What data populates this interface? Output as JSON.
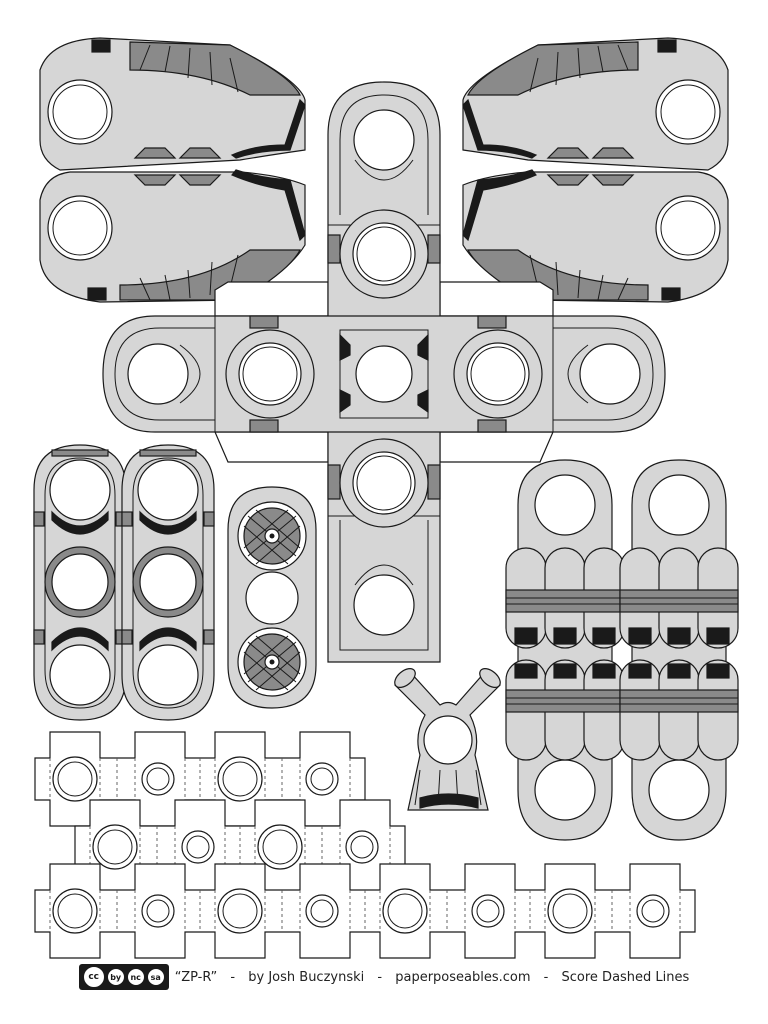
{
  "footer": {
    "license_badge": [
      "cc",
      "by",
      "nc",
      "sa"
    ],
    "title": "“ZP-R”",
    "author": "by Josh Buczynski",
    "site": "paperposeables.com",
    "instruction": "Score  Dashed Lines",
    "separator": "-"
  },
  "colors": {
    "light_fill": "#d6d6d6",
    "dark_fill": "#8a8a8a",
    "outline": "#1a1a1a",
    "background": "#ffffff"
  }
}
